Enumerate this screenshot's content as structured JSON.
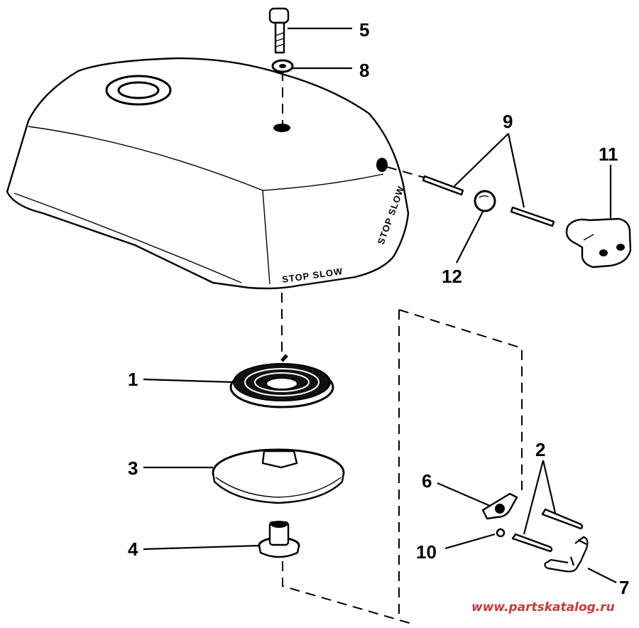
{
  "callouts": {
    "n1": "1",
    "n2": "2",
    "n3": "3",
    "n4": "4",
    "n5": "5",
    "n6": "6",
    "n7": "7",
    "n8": "8",
    "n9": "9",
    "n10": "10",
    "n11": "11",
    "n12": "12"
  },
  "cover_marking": {
    "front": "STOP SLOW",
    "side": "STOP SLOW"
  },
  "watermark": "www.partskatalog.ru",
  "colors": {
    "ink": "#000000",
    "watermark": "#c83a3a"
  }
}
